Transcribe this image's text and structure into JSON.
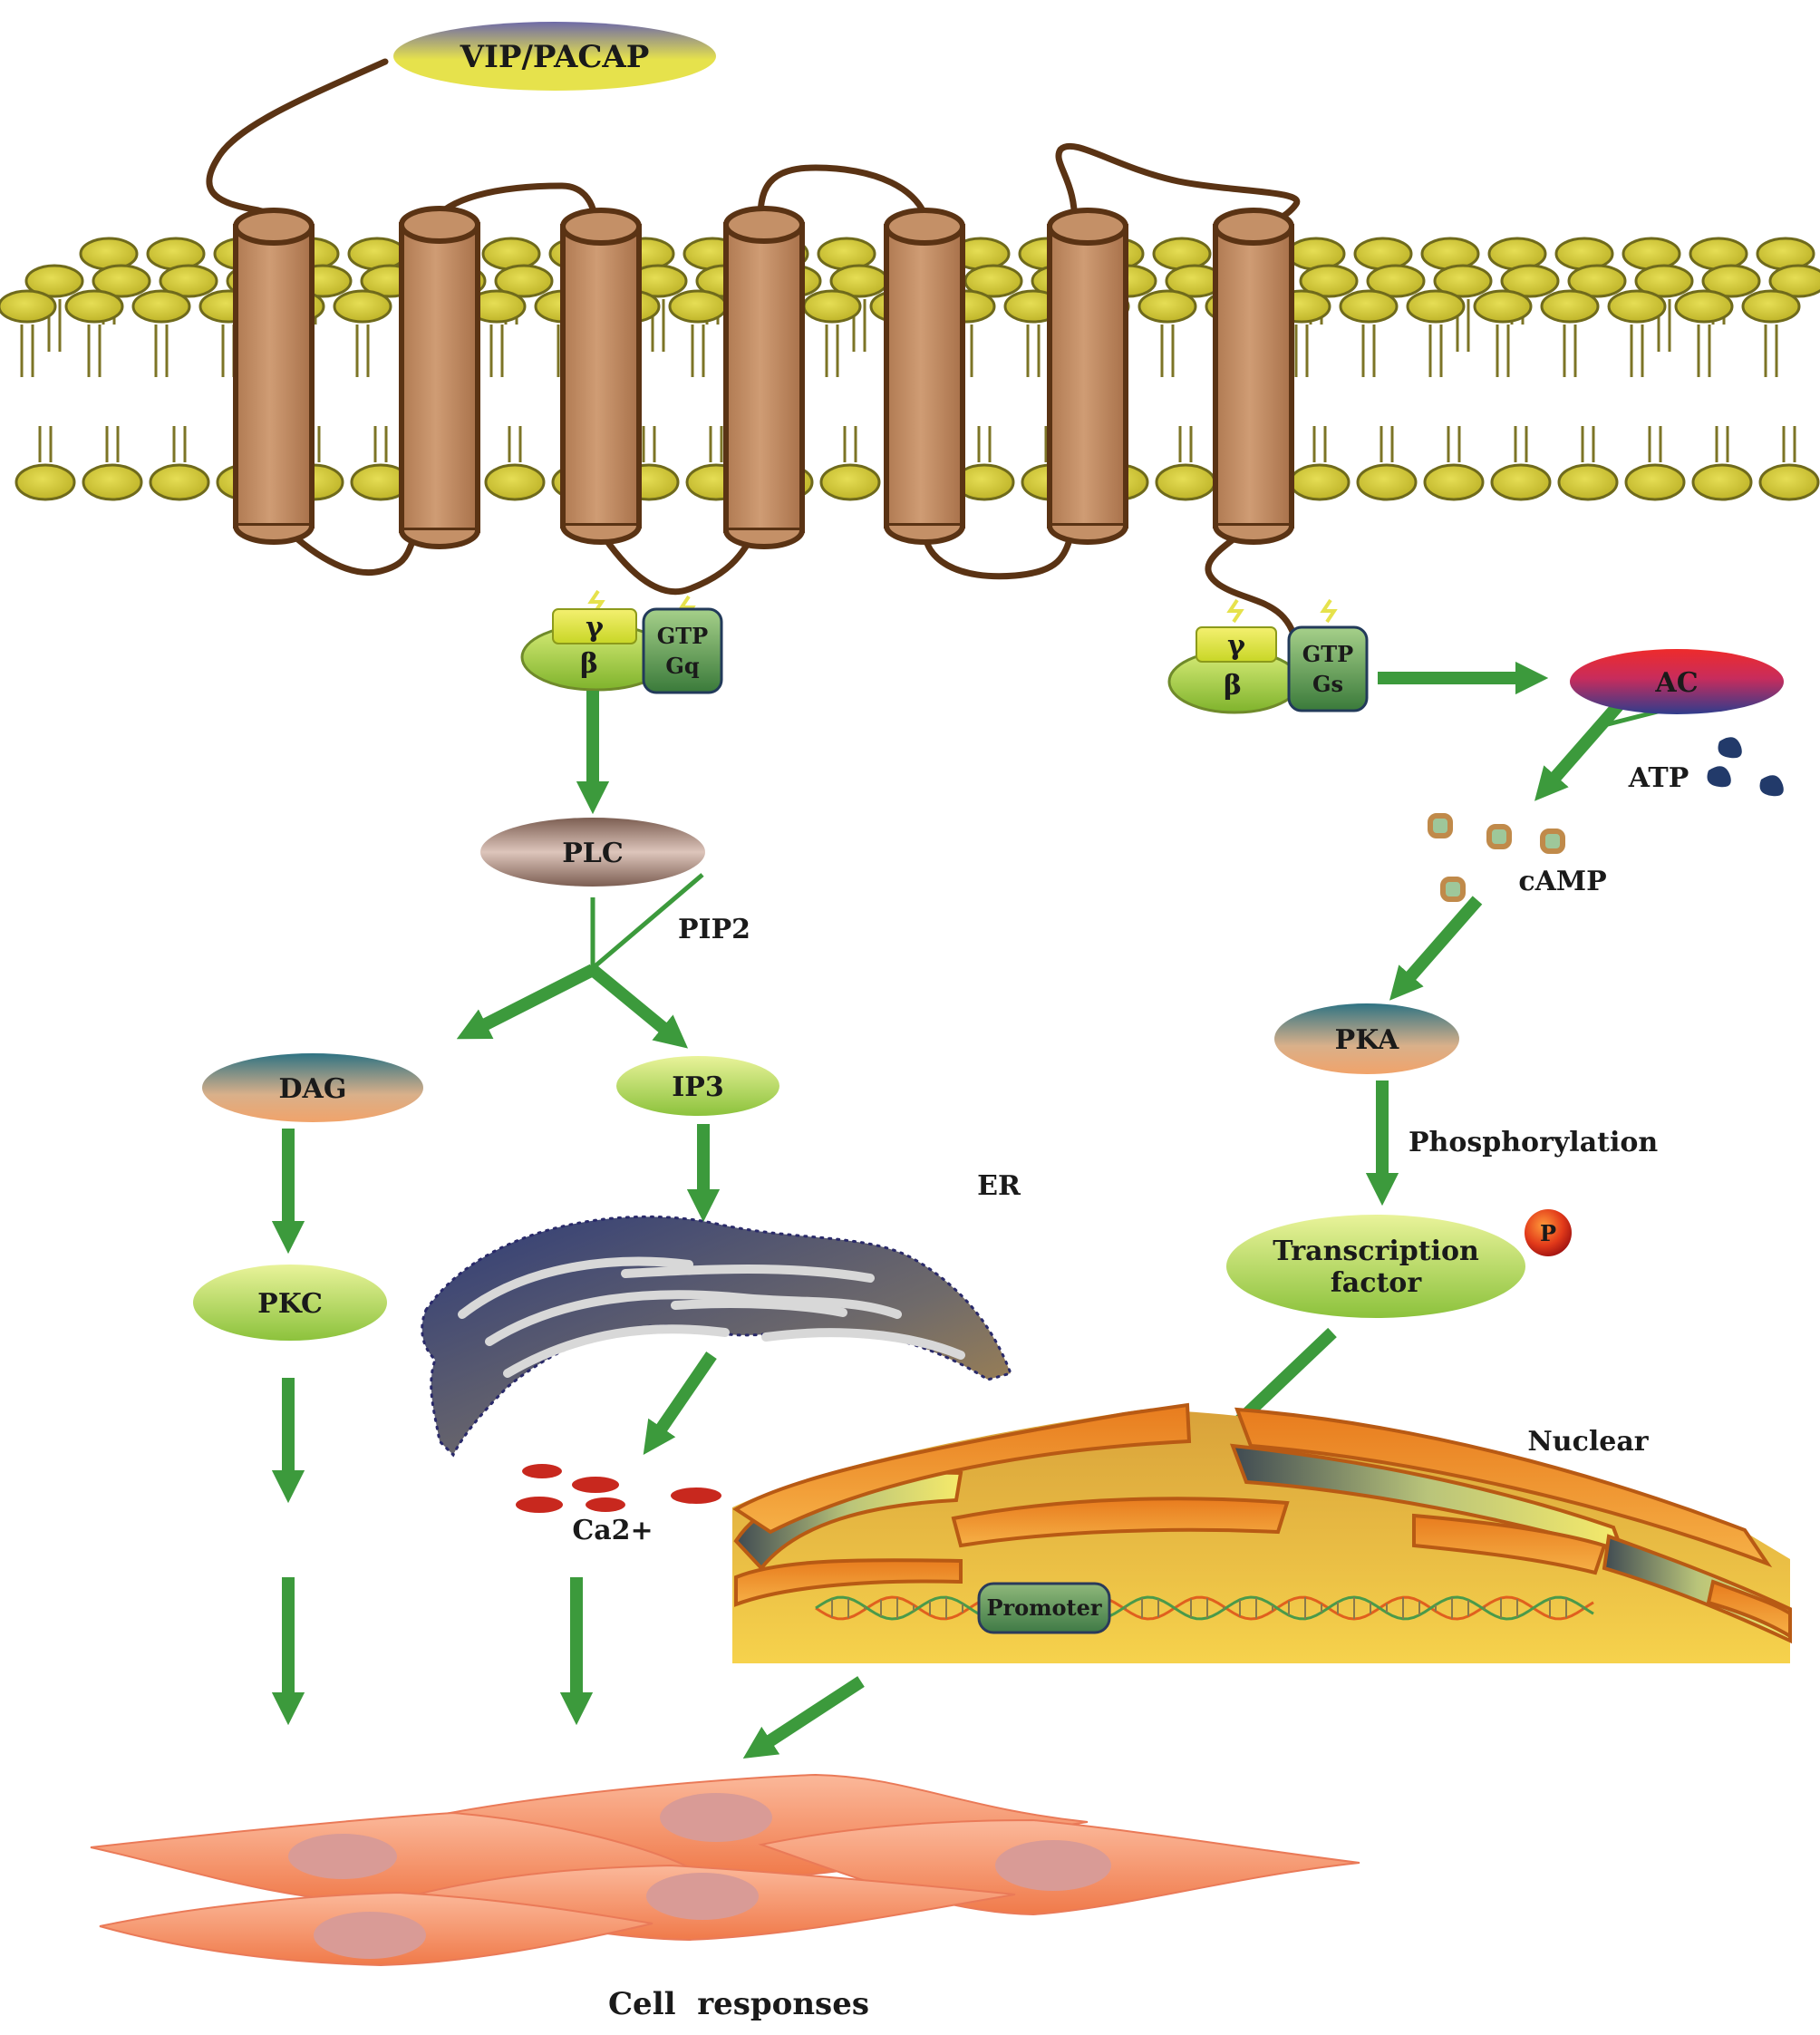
{
  "ligand": "VIP/PACAP",
  "gq_protein": {
    "gamma": "γ",
    "beta": "β",
    "gtp": "GTP",
    "alpha": "Gq"
  },
  "gs_protein": {
    "gamma": "γ",
    "beta": "β",
    "gtp": "GTP",
    "alpha": "Gs"
  },
  "gq_pathway": {
    "plc": "PLC",
    "pip2": "PIP2",
    "dag": "DAG",
    "ip3": "IP3",
    "pkc": "PKC",
    "er": "ER",
    "calcium": "Ca2+"
  },
  "gs_pathway": {
    "ac": "AC",
    "atp": "ATP",
    "camp": "cAMP",
    "pka": "PKA",
    "phosphorylation": "Phosphorylation",
    "transcription_factor_line1": "Transcription",
    "transcription_factor_line2": "factor",
    "phospho_badge": "P",
    "nuclear": "Nuclear",
    "promoter": "Promoter"
  },
  "outcome": "Cell  responses",
  "colors": {
    "arrow": "#3c9a3c",
    "loop": "#5a3314",
    "helix": "#c49067",
    "lipid_head": "#cfc42e",
    "lipid_edge": "#6f6a1c"
  }
}
